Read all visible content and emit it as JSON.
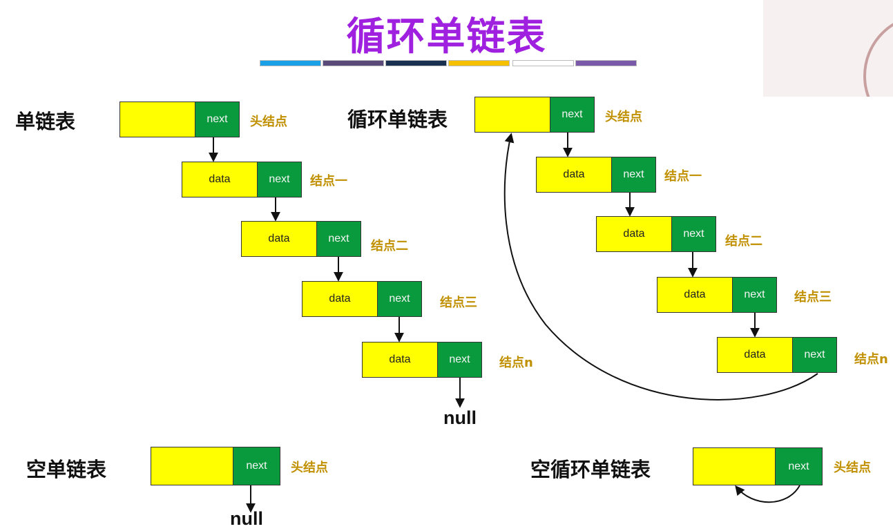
{
  "title": "循环单链表",
  "colors": {
    "data_fill": "#ffff00",
    "next_fill": "#0a9a3e",
    "label_color": "#c09000",
    "title_color": "#a020e0"
  },
  "color_bar": [
    "#1aa0e6",
    "#5a4a7a",
    "#1a3050",
    "#f5c000",
    "#ffffff",
    "#7a5aa8"
  ],
  "sections": {
    "single": "单链表",
    "circular": "循环单链表",
    "empty_single": "空单链表",
    "empty_circular": "空循环单链表"
  },
  "field_labels": {
    "data": "data",
    "next": "next"
  },
  "node_labels": {
    "head": "头结点",
    "n1": "结点一",
    "n2": "结点二",
    "n3": "结点三",
    "nn": "结点n"
  },
  "null_label": "null",
  "seal": {
    "description_icon": "university-seal-icon"
  }
}
